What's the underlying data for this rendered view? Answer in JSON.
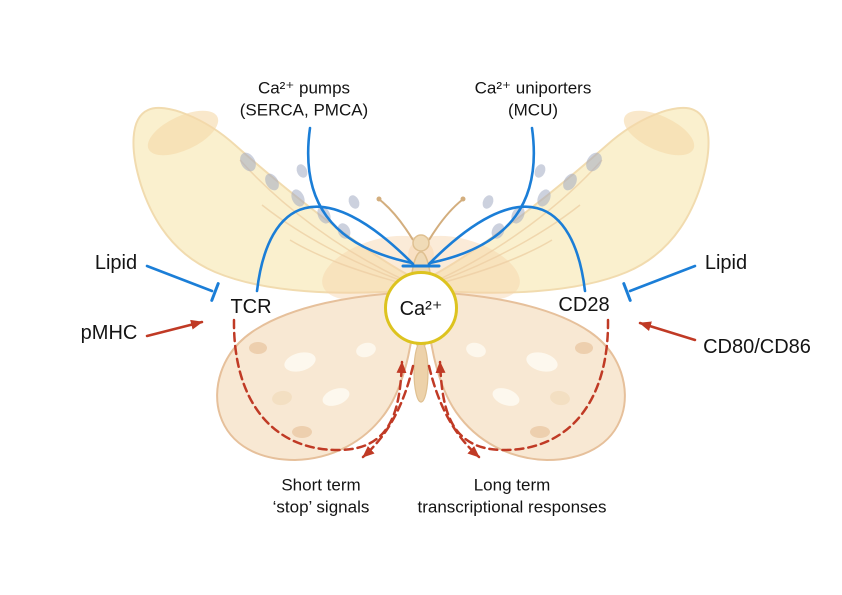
{
  "illustration": "butterfly-background",
  "labels": {
    "ca_pumps_1": "Ca²⁺ pumps",
    "ca_pumps_2": "(SERCA, PMCA)",
    "ca_uniporters_1": "Ca²⁺ uniporters",
    "ca_uniporters_2": "(MCU)",
    "lipid_left": "Lipid",
    "lipid_right": "Lipid",
    "tcr": "TCR",
    "cd28": "CD28",
    "pmhc": "pMHC",
    "cd80_cd86": "CD80/CD86",
    "ca_center": "Ca²⁺",
    "short_term_1": "Short term",
    "short_term_2": "‘stop’ signals",
    "long_term_1": "Long term",
    "long_term_2": "transcriptional responses"
  },
  "colors": {
    "inhibition_blue": "#1b7ed7",
    "activation_red": "#c03a25",
    "calcium_circle_yellow": "#ddc31f"
  }
}
